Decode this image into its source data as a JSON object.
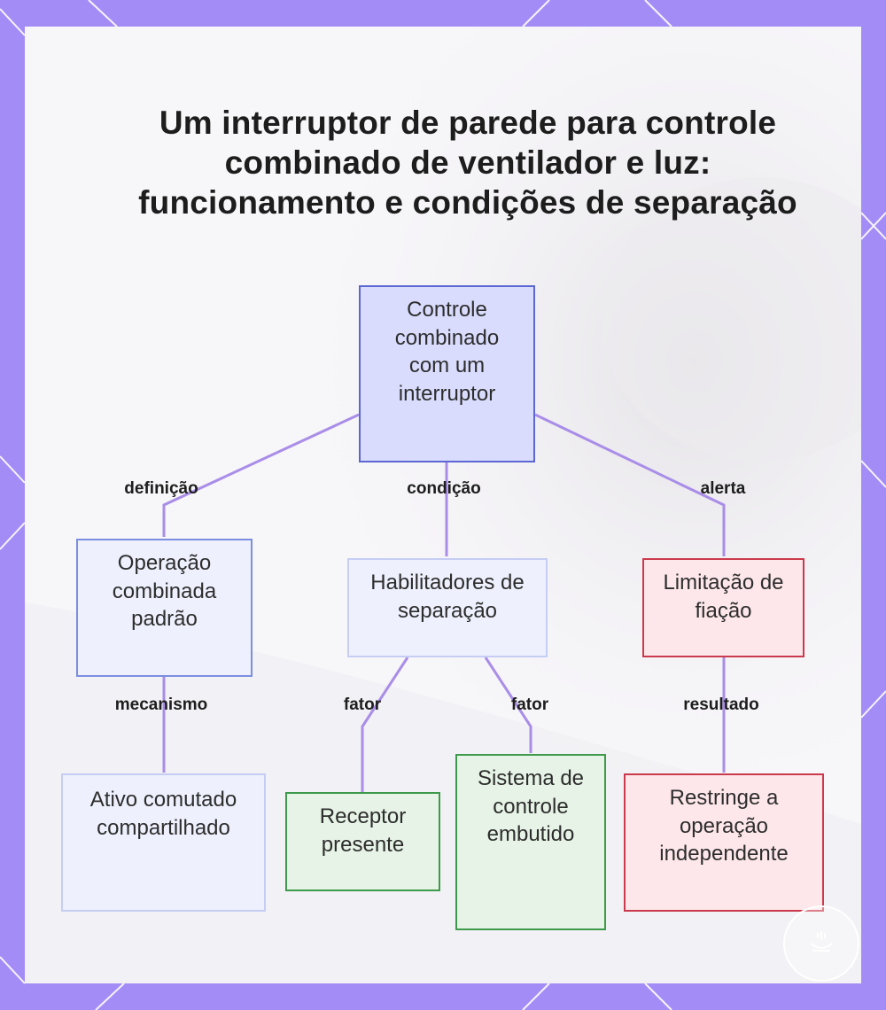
{
  "title": "Um interruptor de parede para controle combinado de ventilador e luz: funcionamento e condições de separação",
  "colors": {
    "frame": "#a48cf6",
    "edge": "#a98de8",
    "blue_border": "#5c67d1",
    "red_border": "#cb3a4c",
    "green_border": "#3e9a4b"
  },
  "nodes": {
    "root": "Controle combinado com um interruptor",
    "standard": "Operação combinada padrão",
    "enablers": "Habilitadores de separação",
    "wiring": "Limitação de fiação",
    "shared": "Ativo comutado compartilhado",
    "receiver": "Receptor presente",
    "builtin": "Sistema de controle embutido",
    "restricts": "Restringe a operação independente"
  },
  "edges": {
    "definition": "definição",
    "condition": "condição",
    "alert": "alerta",
    "mechanism": "mecanismo",
    "factor1": "fator",
    "factor2": "fator",
    "result": "resultado"
  },
  "icons": [
    "watermark-badge-icon"
  ]
}
